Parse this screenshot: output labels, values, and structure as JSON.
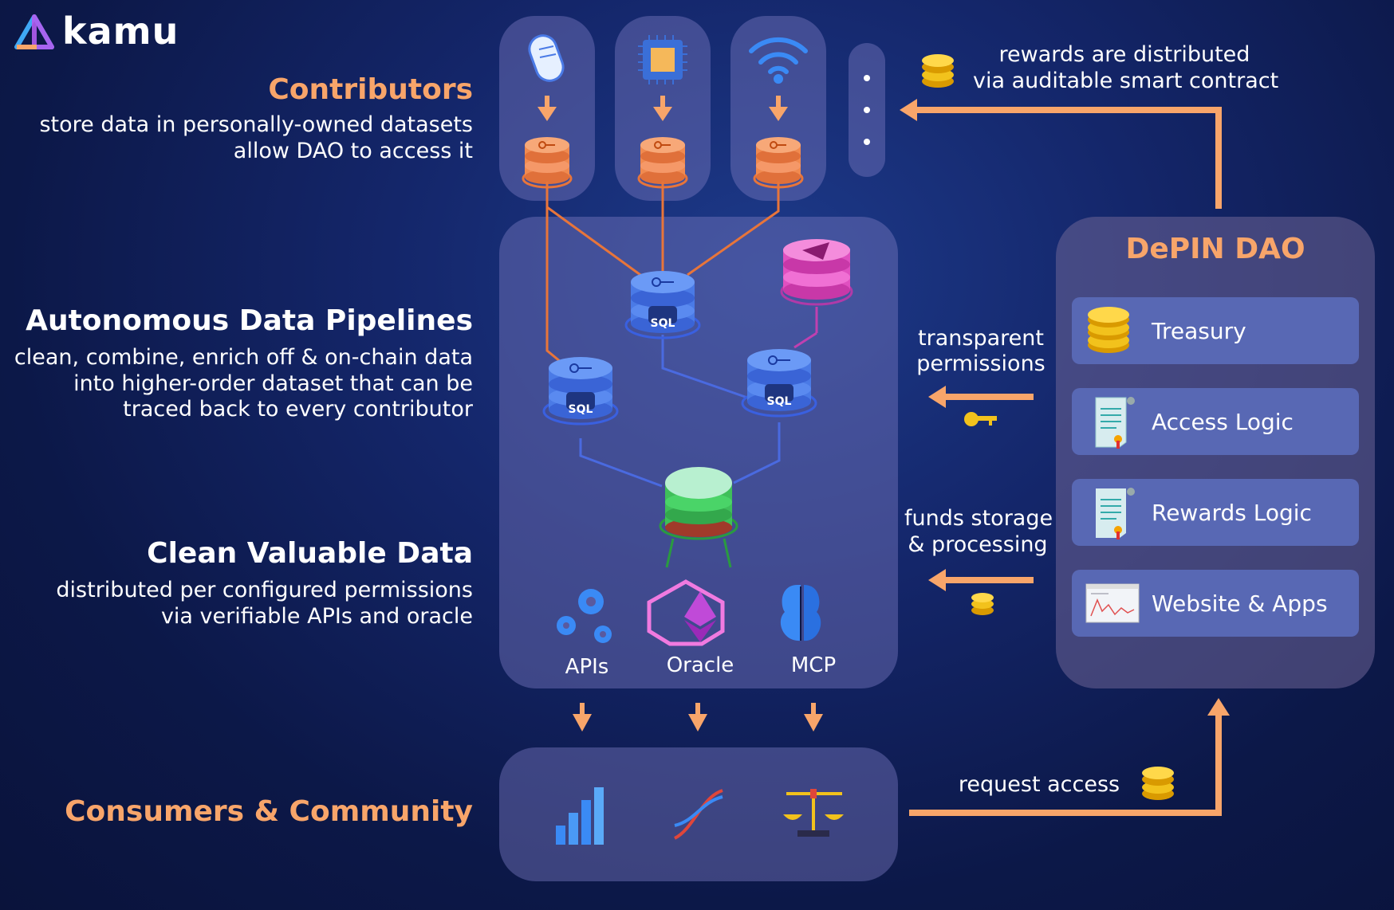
{
  "brand": {
    "name": "kamu"
  },
  "sections": {
    "contributors": {
      "title": "Contributors",
      "desc1": "store data in personally-owned datasets",
      "desc2": "allow DAO to access it"
    },
    "pipelines": {
      "title": "Autonomous Data Pipelines",
      "desc1": "clean, combine, enrich off & on-chain data",
      "desc2": "into higher-order dataset that can be",
      "desc3": "traced back to every contributor"
    },
    "clean": {
      "title": "Clean Valuable Data",
      "desc1": "distributed per configured permissions",
      "desc2": "via verifiable APIs and oracle"
    },
    "consumers": {
      "title": "Consumers & Community"
    }
  },
  "nodes": {
    "sql": "SQL"
  },
  "tools": {
    "apis": "APIs",
    "oracle": "Oracle",
    "mcp": "MCP"
  },
  "dao": {
    "title": "DePIN DAO",
    "items": [
      {
        "label": "Treasury",
        "icon": "coins-icon"
      },
      {
        "label": "Access Logic",
        "icon": "document-icon"
      },
      {
        "label": "Rewards Logic",
        "icon": "document-icon"
      },
      {
        "label": "Website & Apps",
        "icon": "website-icon"
      }
    ]
  },
  "flows": {
    "rewards1": "rewards are distributed",
    "rewards2": "via auditable smart contract",
    "perm1": "transparent",
    "perm2": "permissions",
    "funds1": "funds storage",
    "funds2": "& processing",
    "request": "request access"
  },
  "colors": {
    "accent": "#f8a56a",
    "panel": "#5a5a9e",
    "dao_item": "#5868b4",
    "sql_blue": "#4a7de0",
    "green": "#3fbf5a",
    "magenta": "#e64fc0"
  }
}
